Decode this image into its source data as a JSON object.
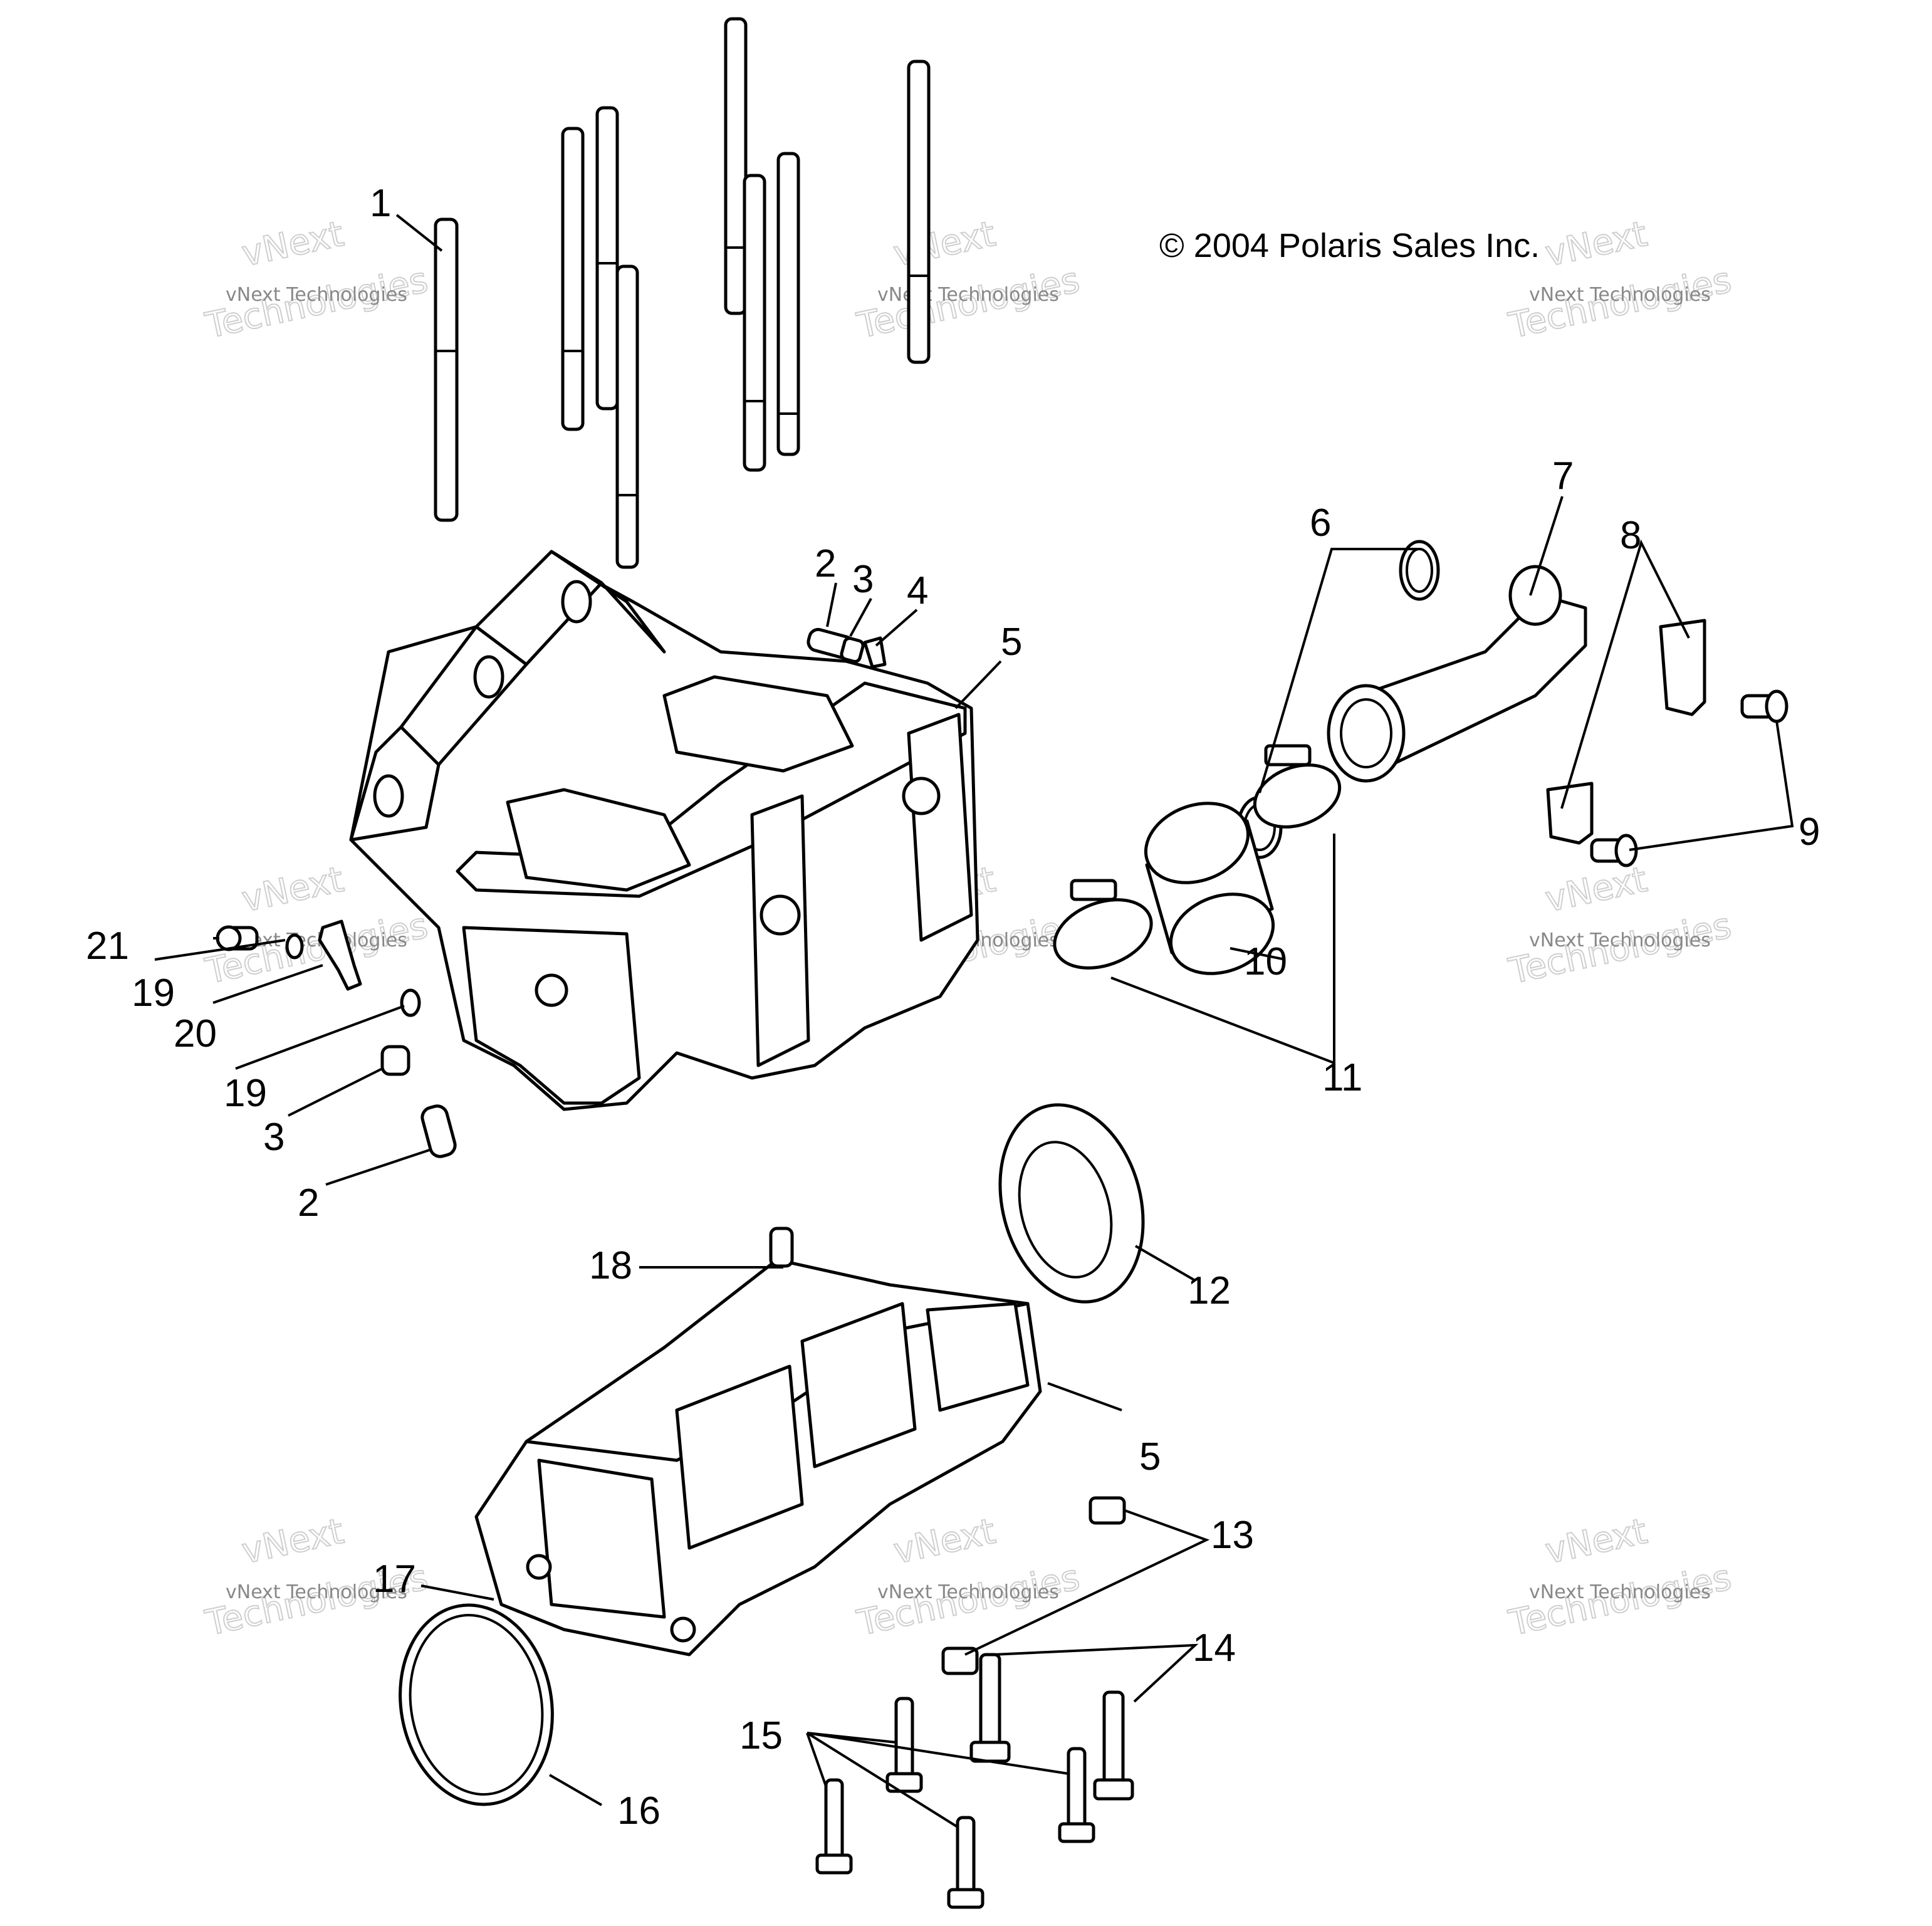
{
  "copyright": "© 2004 Polaris Sales Inc.",
  "watermark": {
    "line1": "vNext Technologies",
    "line2": "vNext",
    "line3": "Technologies"
  },
  "callouts": {
    "c1": "1",
    "c2a": "2",
    "c3a": "3",
    "c4": "4",
    "c5a": "5",
    "c6": "6",
    "c7": "7",
    "c8": "8",
    "c9": "9",
    "c10": "10",
    "c11": "11",
    "c12": "12",
    "c13": "13",
    "c14": "14",
    "c15": "15",
    "c16": "16",
    "c17": "17",
    "c18": "18",
    "c5b": "5",
    "c21": "21",
    "c19a": "19",
    "c20": "20",
    "c19b": "19",
    "c3b": "3",
    "c2b": "2"
  },
  "colors": {
    "line": "#000000",
    "watermark": "#888888",
    "background": "#ffffff"
  }
}
